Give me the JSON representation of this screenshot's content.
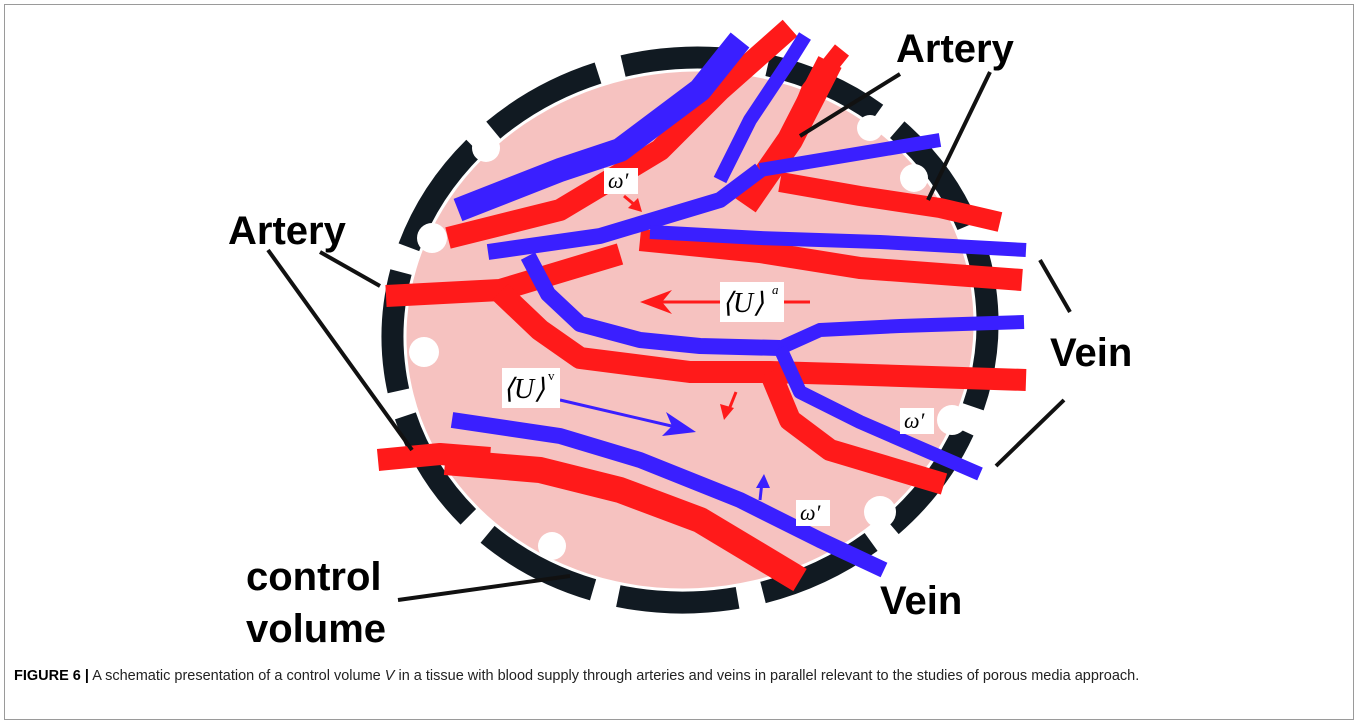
{
  "labels": {
    "artery_top": "Artery",
    "artery_left": "Artery",
    "vein_right": "Vein",
    "vein_bottom": "Vein",
    "control_volume_line1": "control",
    "control_volume_line2": "volume"
  },
  "symbols": {
    "omega_prime": "ω′",
    "arterial_velocity_base": "⟨U⟩",
    "arterial_velocity_sup": "a",
    "venous_velocity_base": "⟨U⟩",
    "venous_velocity_sup": "v"
  },
  "caption": {
    "label": "FIGURE 6 |",
    "text_before": " A schematic presentation of a control volume ",
    "variable": "V",
    "text_after": " in a tissue with blood supply through arteries and veins in parallel relevant to the studies of porous media approach."
  },
  "colors": {
    "artery": "#ff1a1a",
    "vein": "#3a1fff",
    "tissue": "#f6c2c0",
    "boundary": "#111a22"
  }
}
